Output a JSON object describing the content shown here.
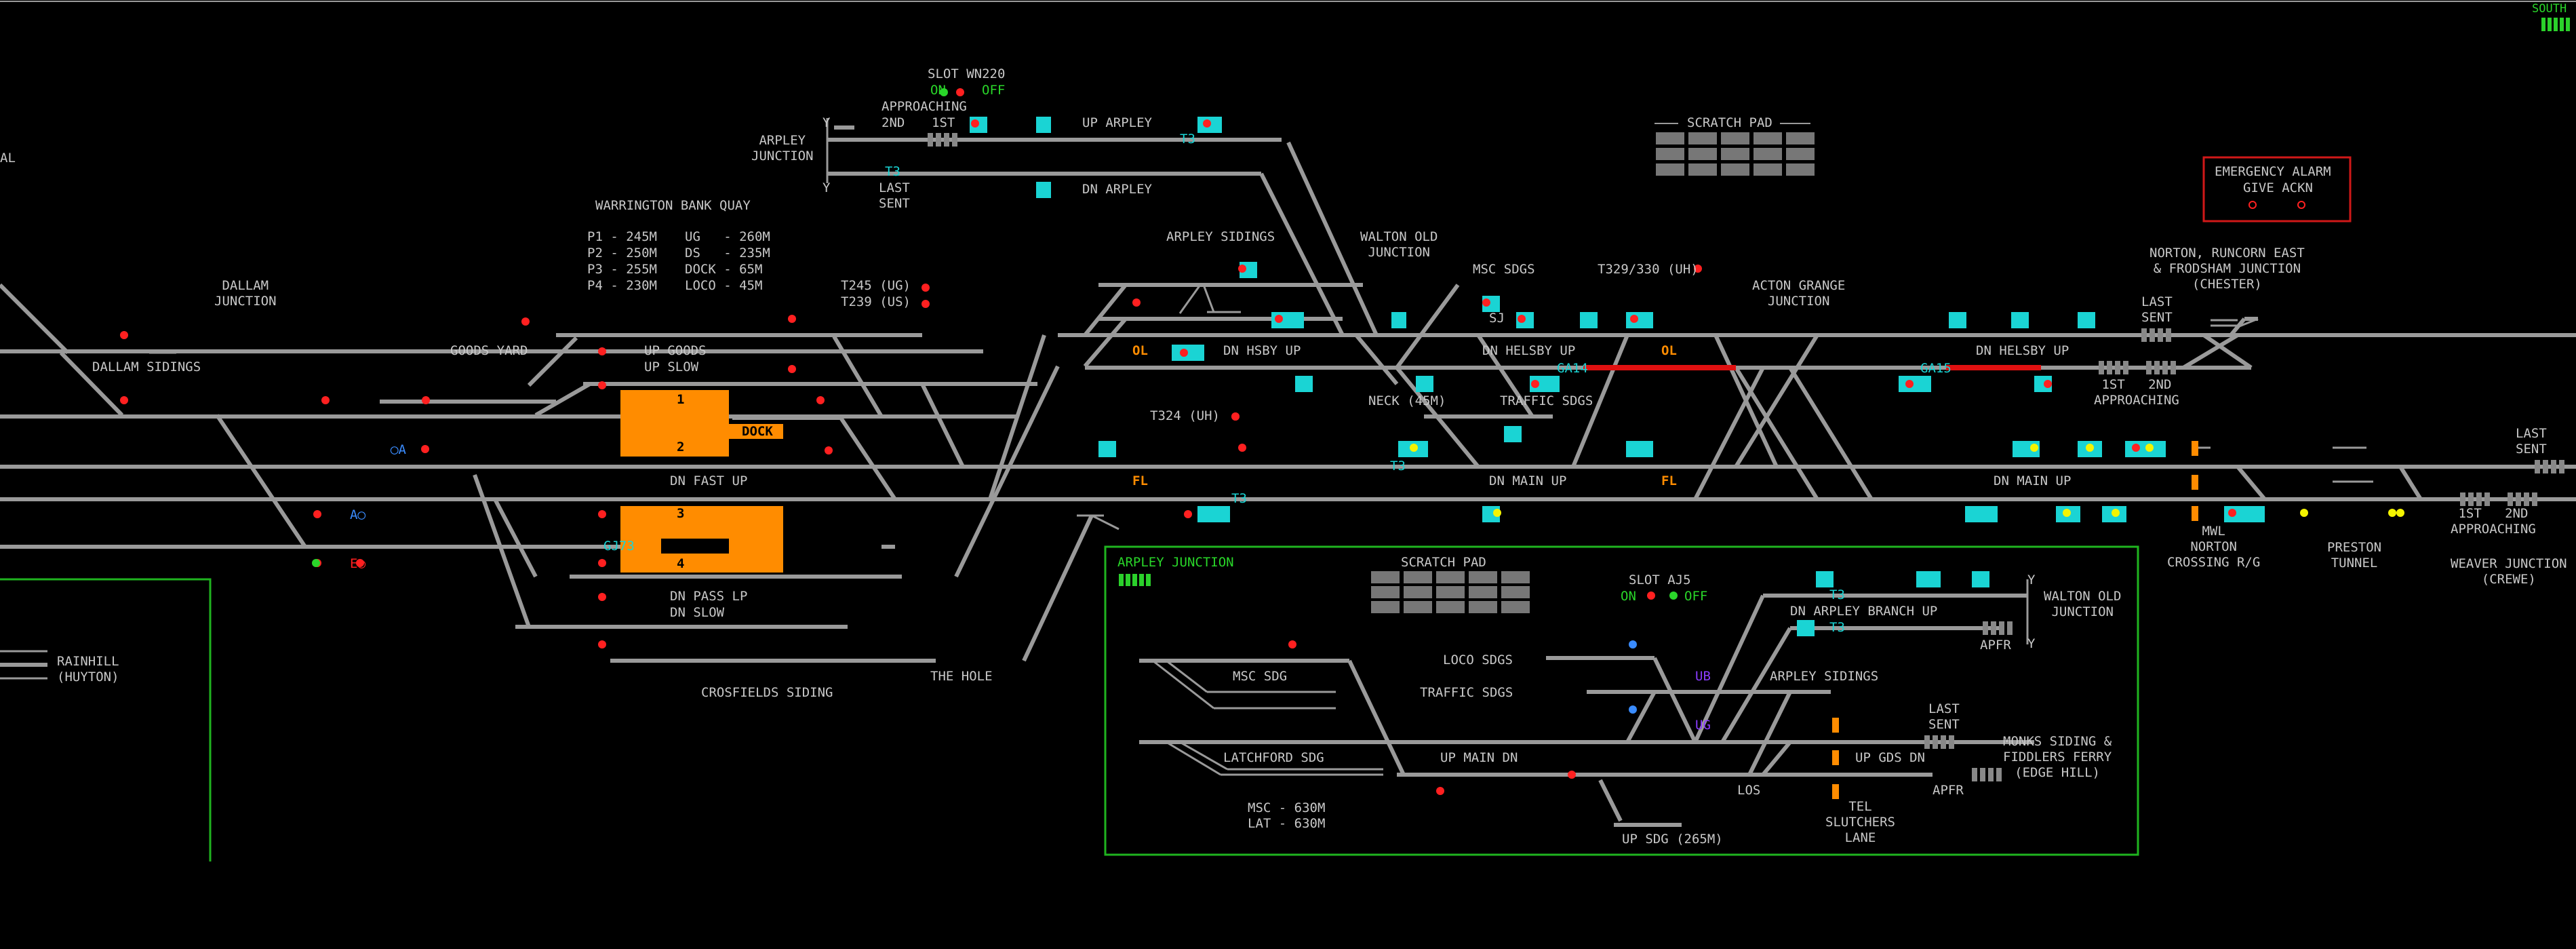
{
  "top_right": {
    "label": "SOUTH"
  },
  "edge": {
    "left_fragment": "AL"
  },
  "main_panel": {
    "slot": {
      "title": "SLOT WN220",
      "on": "ON",
      "off": "OFF"
    },
    "arpley_junction_label": "ARPLEY\nJUNCTION",
    "approaching": "APPROACHING",
    "second": "2ND",
    "first": "1ST",
    "up_arpley": "UP ARPLEY",
    "dn_arpley": "DN ARPLEY",
    "last_sent": "LAST\nSENT",
    "t3": "T3",
    "scratch_pad": "SCRATCH PAD",
    "emergency": {
      "line1": "EMERGENCY ALARM",
      "line2": "GIVE ACKN"
    },
    "warrington_bank_quay": "WARRINGTON BANK QUAY",
    "platform_lengths": [
      {
        "left": "P1 - 245M",
        "right": "UG   - 260M"
      },
      {
        "left": "P2 - 250M",
        "right": "DS   - 235M"
      },
      {
        "left": "P3 - 255M",
        "right": "DOCK - 65M"
      },
      {
        "left": "P4 - 230M",
        "right": "LOCO - 45M"
      }
    ],
    "dallam_junction": "DALLAM\nJUNCTION",
    "dallam_sidings": "DALLAM SIDINGS",
    "goods_yard": "GOODS YARD",
    "up_goods": "UP GOODS",
    "up_slow": "UP SLOW",
    "dn_fast_up": "DN FAST UP",
    "dn_pass_lp": "DN PASS LP",
    "dn_slow": "DN SLOW",
    "crosfields_siding": "CROSFIELDS SIDING",
    "the_hole": "THE HOLE",
    "platforms": [
      "1",
      "2",
      "3",
      "4"
    ],
    "dock": "DOCK",
    "loco": "LOCO",
    "gj73": "GJ73",
    "t245": "T245 (UG)",
    "t239": "T239 (US)",
    "t324": "T324 (UH)",
    "arpley_sidings": "ARPLEY SIDINGS",
    "walton_old_junction": "WALTON OLD\nJUNCTION",
    "msc_sdgs": "MSC SDGS",
    "t329": "T329/330 (UH)",
    "acton_grange": "ACTON GRANGE\nJUNCTION",
    "dn_hsby_up": "DN HSBY UP",
    "dn_helsby_up": "DN HELSBY UP",
    "neck": "NECK (45M)",
    "traffic_sdgs": "TRAFFIC SDGS",
    "sj": "SJ",
    "ga14": "GA14",
    "ga15": "GA15",
    "ol": "OL",
    "fl": "FL",
    "dn_main_up": "DN MAIN UP",
    "norton": "NORTON, RUNCORN EAST\n& FRODSHAM JUNCTION\n(CHESTER)",
    "last_sent_right": "LAST\nSENT",
    "first_second_approaching": "1ST   2ND\nAPPROACHING",
    "mwl": "MWL\nNORTON\nCROSSING R/G",
    "preston_tunnel": "PRESTON\nTUNNEL",
    "weaver_junction": "WEAVER JUNCTION\n(CREWE)",
    "rainhill": "RAINHILL\n(HUYTON)",
    "ao": "A◯",
    "oa": "◯A",
    "e_circle": "E◯"
  },
  "inset_panel": {
    "title": "ARPLEY JUNCTION",
    "scratch_pad": "SCRATCH PAD",
    "slot": {
      "title": "SLOT AJ5",
      "on": "ON",
      "off": "OFF"
    },
    "walton_old_junction": "WALTON OLD\nJUNCTION",
    "dn_arpley_branch_up": "DN ARPLEY BRANCH UP",
    "msc_sdg": "MSC SDG",
    "loco_sdgs": "LOCO SDGS",
    "traffic_sdgs": "TRAFFIC SDGS",
    "ub": "UB",
    "ug": "UG",
    "arpley_sidings": "ARPLEY SIDINGS",
    "latchford_sdg": "LATCHFORD SDG",
    "up_main_dn": "UP MAIN DN",
    "up_gds_dn": "UP GDS DN",
    "last_sent": "LAST\nSENT",
    "apfr": "APFR",
    "apfr2": "APFR",
    "y": "Y",
    "monks_siding": "MONKS SIDING &\nFIDDLERS FERRY\n(EDGE HILL)",
    "msc_lat": "MSC - 630M\nLAT - 630M",
    "los": "LOS",
    "tel": "TEL\nSLUTCHERS\nLANE",
    "up_sdg": "UP SDG (265M)"
  },
  "colors": {
    "background": "#000000",
    "track": "#9a9a9a",
    "platform": "#ff8c00",
    "panel_border": "#1fb41f",
    "cyan": "#1ad4d4",
    "signal_red": "#ff2020",
    "emergency_border": "#d01818",
    "route_set": "#e01010",
    "text": "#c8c8c8",
    "green_text": "#29d629"
  }
}
